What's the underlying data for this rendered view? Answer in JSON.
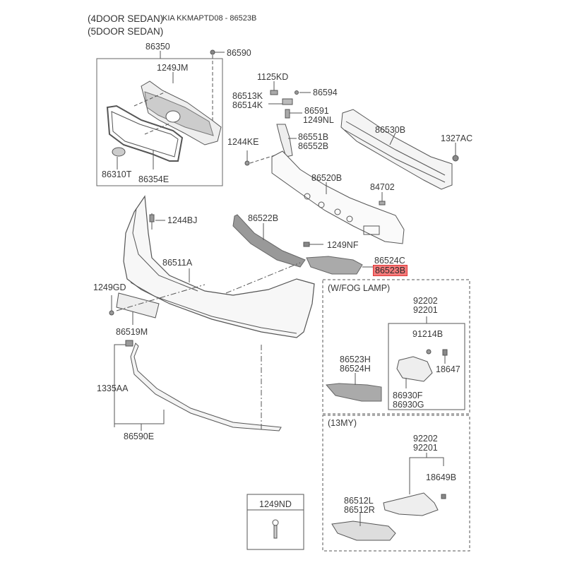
{
  "title": "KIA KKMAPTD08 - 86523B",
  "variants": [
    "(4DOOR SEDAN)",
    "(5DOOR SEDAN)"
  ],
  "highlight_color": "#f47a7a",
  "parts": {
    "p86350": "86350",
    "p86590": "86590",
    "p1249JM": "1249JM",
    "p86310T": "86310T",
    "p86354E": "86354E",
    "p1125KD": "1125KD",
    "p86513K": "86513K",
    "p86514K": "86514K",
    "p86594": "86594",
    "p86591": "86591",
    "p1249NL": "1249NL",
    "p1244KE": "1244KE",
    "p86551B": "86551B",
    "p86552B": "86552B",
    "p86530B": "86530B",
    "p1327AC": "1327AC",
    "p86520B": "86520B",
    "p84702": "84702",
    "p1244BJ": "1244BJ",
    "p86522B": "86522B",
    "p1249NF": "1249NF",
    "p86524C": "86524C",
    "p86523B": "86523B",
    "p86511A": "86511A",
    "p1249GD": "1249GD",
    "p86519M": "86519M",
    "p1335AA": "1335AA",
    "p86590E": "86590E",
    "p1249ND": "1249ND"
  },
  "fog_lamp_box": {
    "heading": "(W/FOG LAMP)",
    "p92202": "92202",
    "p92201": "92201",
    "p91214B": "91214B",
    "p18647": "18647",
    "p86523H": "86523H",
    "p86524H": "86524H",
    "p86930F": "86930F",
    "p86930G": "86930G"
  },
  "my13_box": {
    "heading": "(13MY)",
    "p92202": "92202",
    "p92201": "92201",
    "p18649B": "18649B",
    "p86512L": "86512L",
    "p86512R": "86512R"
  }
}
